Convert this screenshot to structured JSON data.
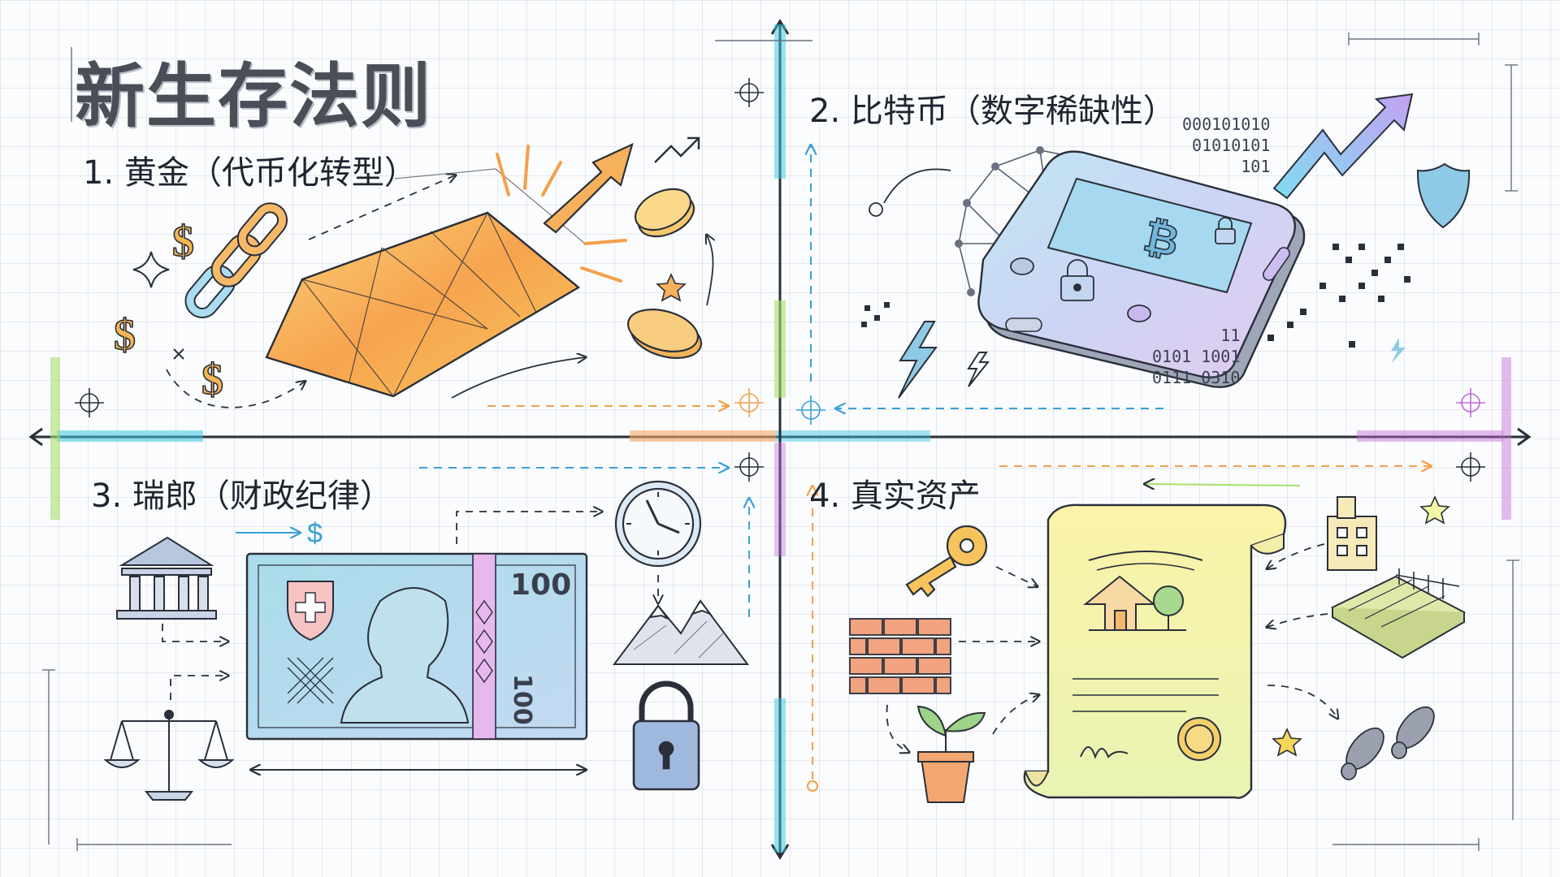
{
  "title": "新生存法则",
  "quadrants": [
    {
      "id": "gold",
      "label": "1. 黄金（代币化转型）"
    },
    {
      "id": "bitcoin",
      "label": "2. 比特币（数字稀缺性）"
    },
    {
      "id": "swiss-franc",
      "label": "3. 瑞郎（财政纪律）"
    },
    {
      "id": "real-assets",
      "label": "4. 真实资产"
    }
  ],
  "binary_top": "000101010\n01010101\n101",
  "binary_bottom": "11\n0101 1001\n0111 0310",
  "banknote": {
    "denomination": "100"
  },
  "icons": [
    "gold-bar-icon",
    "chain-link-icon",
    "dollar-sign-icon",
    "coin-icon",
    "up-arrow-icon",
    "hardware-wallet-icon",
    "bitcoin-icon",
    "network-globe-icon",
    "shield-icon",
    "lightning-icon",
    "bank-building-icon",
    "scales-icon",
    "banknote-icon",
    "clock-icon",
    "mountain-icon",
    "padlock-icon",
    "key-icon",
    "brick-wall-icon",
    "plant-pot-icon",
    "deed-scroll-icon",
    "house-icon",
    "office-building-icon",
    "farmland-icon",
    "footprints-icon",
    "star-icon"
  ],
  "colors": {
    "cyan": "#38c6e0",
    "orange": "#f6a867",
    "green": "#a7e06a",
    "purple": "#c06ad9",
    "gold": "#f7b650",
    "lavender": "#b9a7f0",
    "ink": "#2a2f3a"
  }
}
